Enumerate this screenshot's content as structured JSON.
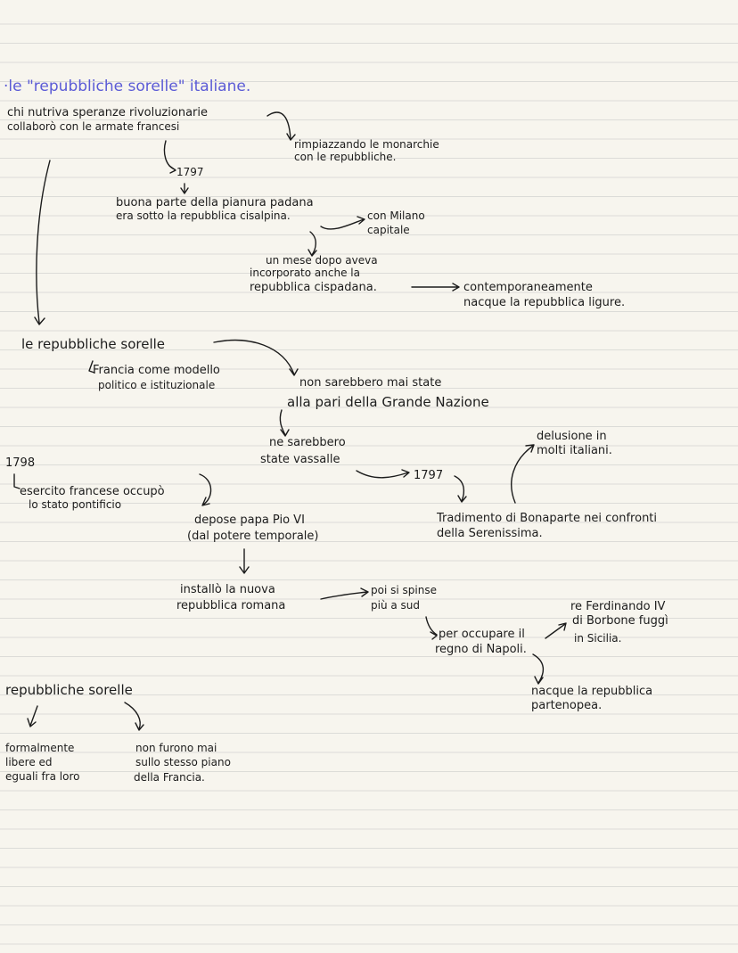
{
  "title": "·le \"repubbliche sorelle\" italiane.",
  "notes": {
    "chi_nutriva": [
      "chi nutriva speranze rivoluzionarie",
      "collaborò con le armate francesi"
    ],
    "rimpiazzando": [
      "rimpiazzando le monarchie",
      "con le repubbliche."
    ],
    "year_1797_a": "1797",
    "pianura": [
      "buona parte della pianura padana",
      "era sotto la repubblica cisalpina."
    ],
    "milano": [
      "con Milano",
      "capitale"
    ],
    "mese_dopo": [
      "un mese dopo aveva",
      "incorporato anche la",
      "repubblica cispadana."
    ],
    "ligure": [
      "contemporaneamente",
      "nacque la repubblica ligure."
    ],
    "sorelle_main": "le repubbliche sorelle",
    "francia_modello": [
      "Francia come modello",
      "politico e istituzionale"
    ],
    "non_sarebbero": [
      "non sarebbero mai state",
      "alla pari della Grande Nazione"
    ],
    "vassalle": [
      "ne sarebbero",
      "state vassalle"
    ],
    "delusione": [
      "delusione in",
      "molti italiani."
    ],
    "year_1798": "1798",
    "esercito": [
      "esercito francese occupò",
      "lo stato pontificio"
    ],
    "year_1797_b": "1797",
    "depose": [
      "depose papa Pio VI",
      "(dal potere temporale)"
    ],
    "tradimento": [
      "Tradimento di Bonaparte nei confronti",
      "della Serenissima."
    ],
    "romana": [
      "installò la nuova",
      "repubblica romana"
    ],
    "sud": [
      "poi si spinse",
      "più a sud"
    ],
    "ferdinando": [
      "re Ferdinando IV",
      "di Borbone fuggì",
      "in Sicilia."
    ],
    "napoli": [
      "per occupare il",
      "regno di Napoli."
    ],
    "sorelle_bottom": "repubbliche sorelle",
    "partenopea": [
      "nacque la repubblica",
      "partenopea."
    ],
    "liberi": [
      "formalmente",
      "libere ed",
      "eguali fra loro"
    ],
    "non_furono": [
      "non furono mai",
      "sullo stesso piano",
      "della Francia."
    ]
  }
}
